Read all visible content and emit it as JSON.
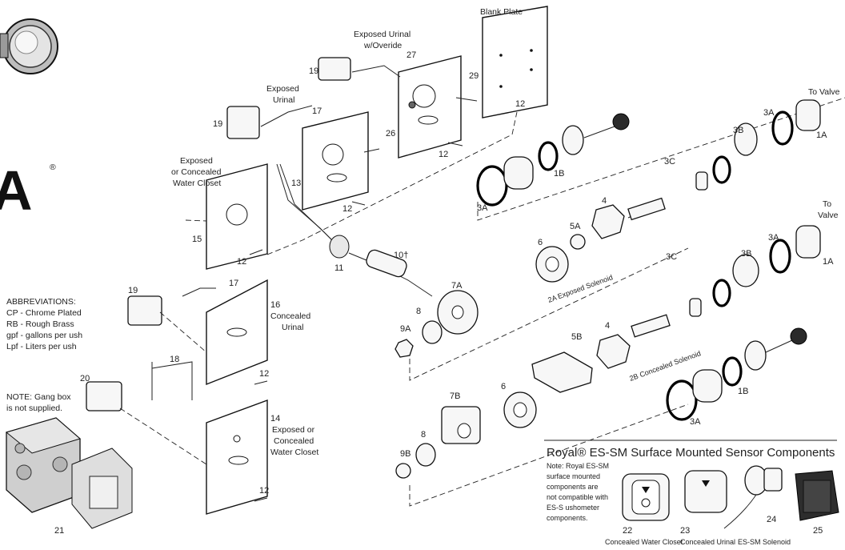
{
  "brand_fragment": "A",
  "brand_registered": "®",
  "abbreviations": {
    "heading": "ABBREVIATIONS:",
    "lines": [
      "CP  - Chrome Plated",
      "RB  - Rough Brass",
      "gpf - gallons per   ush",
      "Lpf  - Liters per   ush"
    ]
  },
  "note_gang_box": [
    "NOTE: Gang box",
    "is not supplied."
  ],
  "labels": {
    "blank_plate": "Blank Plate",
    "exposed_urinal_override": [
      "Exposed Urinal",
      "w/Overide"
    ],
    "exposed_urinal": [
      "Exposed",
      "Urinal"
    ],
    "exposed_concealed_wc_top": [
      "Exposed",
      "or Concealed",
      "Water Closet"
    ],
    "concealed_urinal": [
      "Concealed",
      "Urinal"
    ],
    "exposed_concealed_wc_bottom": [
      "Exposed or",
      "Concealed",
      "Water Closet"
    ],
    "to_valve_top": "To Valve",
    "to_valve_mid": [
      "To",
      "Valve"
    ],
    "exposed_solenoid": "2A  Exposed Solenoid",
    "concealed_solenoid": "2B  Concealed Solenoid"
  },
  "part_numbers": {
    "n29": "29",
    "n12a": "12",
    "n27": "27",
    "n19a": "19",
    "n26": "26",
    "n12b": "12",
    "n17a": "17",
    "n19b": "19",
    "n13": "13",
    "n12c": "12",
    "n15": "15",
    "n12d": "12",
    "n11": "11",
    "n10": "10†",
    "n19c": "19",
    "n17b": "17",
    "n16": "16",
    "n12e": "12",
    "n18": "18",
    "n20": "20",
    "n14": "14",
    "n12f": "12",
    "n21": "21",
    "n1a_top": "1A",
    "n3a_t1": "3A",
    "n3b_top": "3B",
    "n3c_top": "3C",
    "n1b_top": "1B",
    "n3a_t2": "3A",
    "n4_top": "4",
    "n5a": "5A",
    "n6_top": "6",
    "n7a": "7A",
    "n8_top": "8",
    "n9a": "9A",
    "n1a_mid": "1A",
    "n3a_m": "3A",
    "n3b_mid": "3B",
    "n3c_mid": "3C",
    "n4_mid": "4",
    "n5b": "5B",
    "n6_bot": "6",
    "n7b": "7B",
    "n8_bot": "8",
    "n9b": "9B",
    "n1b_bot": "1B",
    "n3a_b": "3A"
  },
  "panel": {
    "title": "Royal® ES-SM Surface Mounted Sensor Components",
    "note": [
      "Note: Royal ES-SM",
      "surface mounted",
      "components are",
      "not compatible with",
      "ES-S   ushometer",
      "components."
    ],
    "numbers": {
      "n22": "22",
      "n23": "23",
      "n24": "24",
      "n25": "25"
    },
    "captions": {
      "c22": "Concealed Water Closet",
      "c23": "Concealed Urinal",
      "c24": "ES-SM Solenoid"
    }
  }
}
